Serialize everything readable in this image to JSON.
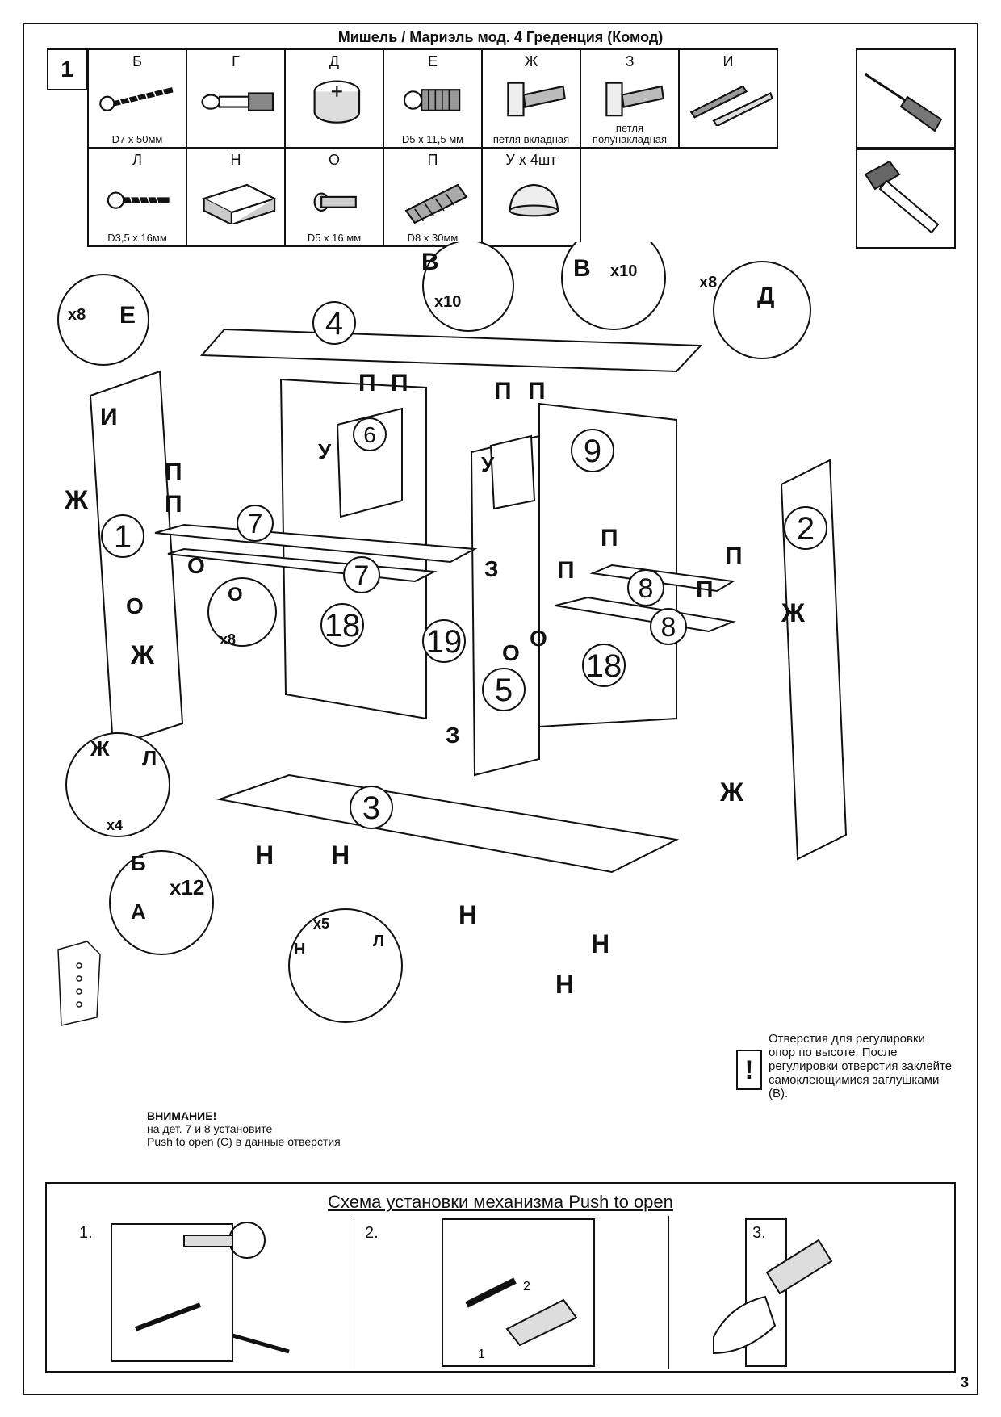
{
  "title": "Мишель / Мариэль мод. 4 Греденция (Комод)",
  "step_number": "1",
  "parts_row1": [
    {
      "letter": "Б",
      "caption": "D7 x 50мм",
      "icon": "screw-long-icon"
    },
    {
      "letter": "Г",
      "caption": "",
      "icon": "cam-bolt-icon"
    },
    {
      "letter": "Д",
      "caption": "",
      "icon": "cam-lock-icon"
    },
    {
      "letter": "Е",
      "caption": "D5 x 11,5 мм",
      "icon": "threaded-insert-icon"
    },
    {
      "letter": "Ж",
      "caption": "петля вкладная",
      "icon": "hinge-icon"
    },
    {
      "letter": "З",
      "caption": "петля полунакладная",
      "icon": "hinge-icon"
    },
    {
      "letter": "И",
      "caption": "",
      "icon": "drawer-rail-icon"
    }
  ],
  "parts_row2": [
    {
      "letter": "Л",
      "caption": "D3,5 x 16мм",
      "icon": "screw-short-icon"
    },
    {
      "letter": "Н",
      "caption": "",
      "icon": "leg-block-icon"
    },
    {
      "letter": "О",
      "caption": "D5 x 16 мм",
      "icon": "shelf-pin-icon"
    },
    {
      "letter": "П",
      "caption": "D8 x 30мм",
      "icon": "dowel-icon"
    },
    {
      "letter": "У x 4шт",
      "caption": "",
      "icon": "bumper-icon"
    }
  ],
  "tools": [
    "screwdriver-icon",
    "hammer-icon"
  ],
  "callouts": {
    "e_qty": "x8",
    "e_letter": "Е",
    "v_letter": "В",
    "v_qty": "x10",
    "v2_letter": "В",
    "v2_qty": "x10",
    "d_qty": "x8",
    "d_letter": "Д",
    "o_letter": "О",
    "o_qty": "x8",
    "zh_letter": "Ж",
    "l_letter": "Л",
    "zh_qty": "x4",
    "b_letter": "Б",
    "b_qty": "x12",
    "a_letter": "А",
    "n_qty": "x5",
    "n_letter": "Н",
    "nl_letter": "Л"
  },
  "panel_numbers": [
    "4",
    "6",
    "9",
    "1",
    "2",
    "7",
    "7",
    "8",
    "8",
    "18",
    "19",
    "18",
    "5",
    "3"
  ],
  "part_labels": {
    "I": "И",
    "P": "П",
    "U": "У",
    "ZH": "Ж",
    "O": "О",
    "Z": "З",
    "N": "Н"
  },
  "note": "Отверстия для регулировки опор по высоте. После регулировки отверстия заклейте самоклеющимися заглушками (В).",
  "warning_title": "ВНИМАНИЕ!",
  "warning_line1": "на дет. 7 и 8 установите",
  "warning_line2": "Push to open (С) в данные отверстия",
  "push_title": "Схема установки механизма Push to open",
  "push_steps": [
    "1.",
    "2.",
    "3."
  ],
  "push_arrow_labels": [
    "1",
    "2"
  ],
  "page_number": "3"
}
